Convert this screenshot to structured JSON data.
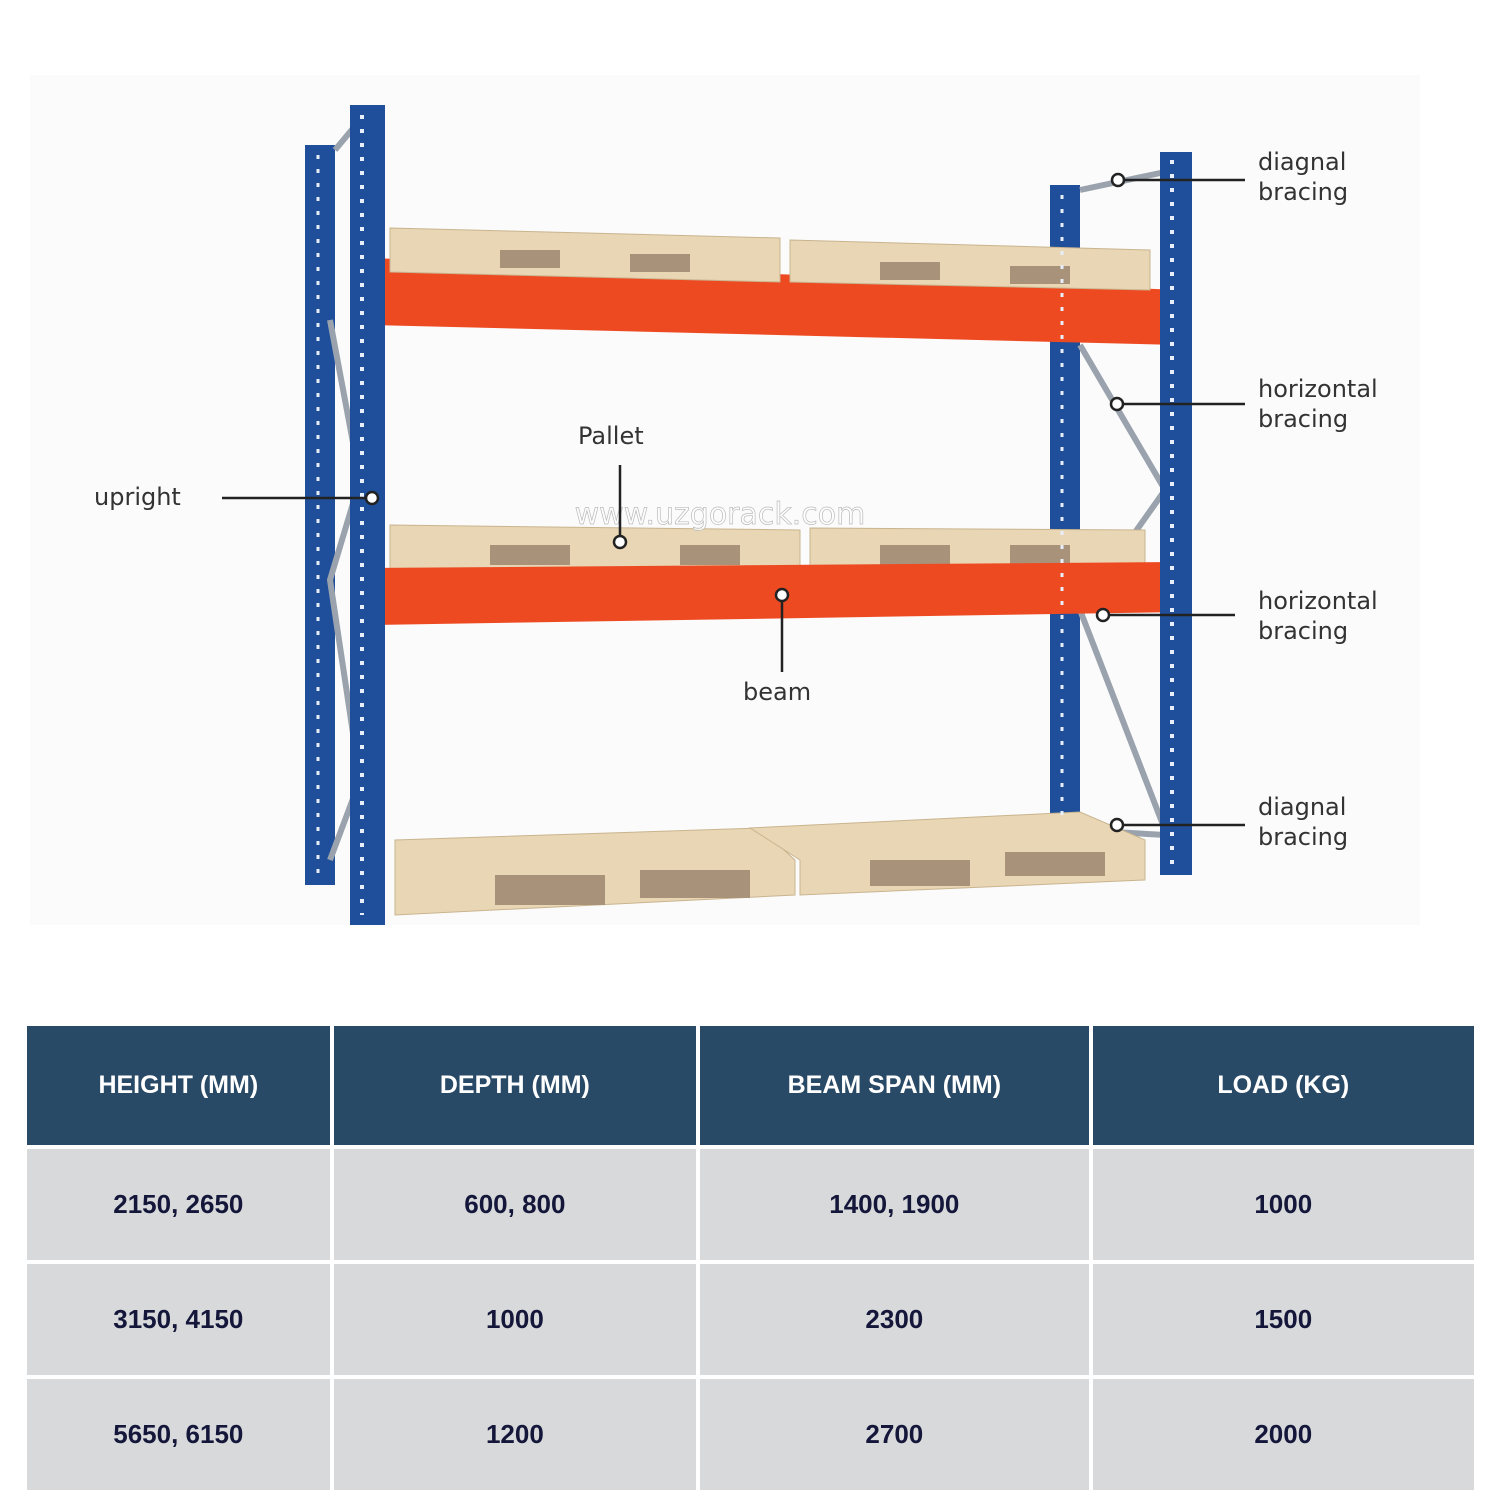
{
  "diagram": {
    "watermark": "www.uzgorack.com",
    "labels": {
      "diagonal_top": [
        "diagnal",
        "bracing"
      ],
      "horizontal_upper": [
        "horizontal",
        "bracing"
      ],
      "horizontal_lower": [
        "horizontal",
        "bracing"
      ],
      "diagonal_bottom": [
        "diagnal",
        "bracing"
      ],
      "upright": "upright",
      "pallet": "Pallet",
      "beam": "beam"
    },
    "colors": {
      "upright": "#1f4f9a",
      "beam": "#ee4a22",
      "pallet": "#e8d6b4"
    }
  },
  "table": {
    "headers": [
      "HEIGHT (MM)",
      "DEPTH (MM)",
      "BEAM SPAN (MM)",
      "LOAD (KG)"
    ],
    "rows": [
      [
        "2150, 2650",
        "600, 800",
        "1400, 1900",
        "1000"
      ],
      [
        "3150, 4150",
        "1000",
        "2300",
        "1500"
      ],
      [
        "5650, 6150",
        "1200",
        "2700",
        "2000"
      ]
    ]
  }
}
